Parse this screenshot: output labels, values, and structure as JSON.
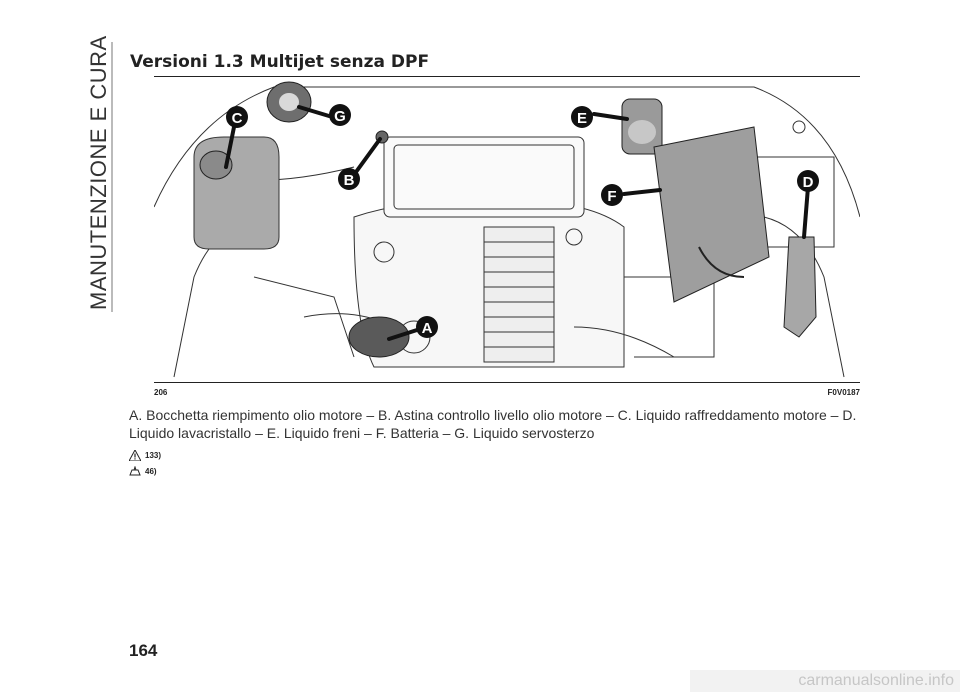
{
  "sidebar": {
    "section_label": "MANUTENZIONE E CURA"
  },
  "section": {
    "title": "Versioni 1.3 Multijet senza DPF"
  },
  "figure": {
    "number": "206",
    "code": "F0V0187",
    "callouts": [
      "A",
      "B",
      "C",
      "D",
      "E",
      "F",
      "G"
    ]
  },
  "caption": "A. Bocchetta riempimento olio motore – B. Astina controllo livello olio motore – C. Liquido raffreddamento motore – D. Liquido lavacristallo – E. Liquido freni – F. Batteria – G. Liquido servosterzo",
  "notes": [
    {
      "icon": "warning-triangle-icon",
      "ref": "133)"
    },
    {
      "icon": "oil-can-icon",
      "ref": "46)"
    }
  ],
  "page": {
    "number": "164"
  },
  "watermark": "carmanualsonline.info"
}
